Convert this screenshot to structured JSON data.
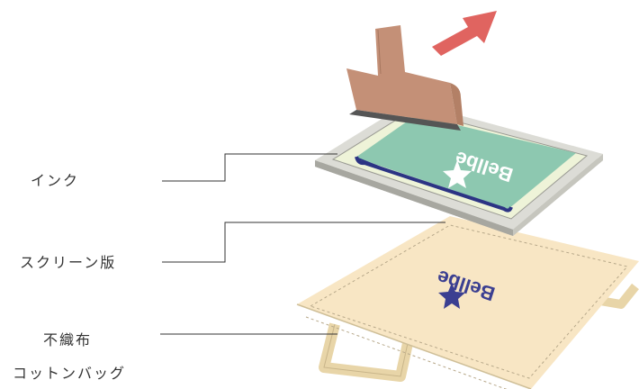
{
  "labels": {
    "ink": "インク",
    "screen_plate": "スクリーン版",
    "nonwoven_line1": "不織布",
    "nonwoven_line2": "コットンバッグ"
  },
  "print_text": "Bellbe",
  "colors": {
    "arrow": "#e06460",
    "squeegee": "#c49077",
    "squeegee_edge": "#555555",
    "frame": "#dcdcd6",
    "screen_mesh": "#eef3d8",
    "print_area": "#8dc8b0",
    "ink": "#2c3484",
    "bag": "#f8e6c4",
    "bag_stitch": "#b7a88a",
    "logo": "#3b3f91",
    "leader_line": "#333333"
  },
  "icons": [
    "arrow-up-right-icon",
    "star-icon"
  ]
}
